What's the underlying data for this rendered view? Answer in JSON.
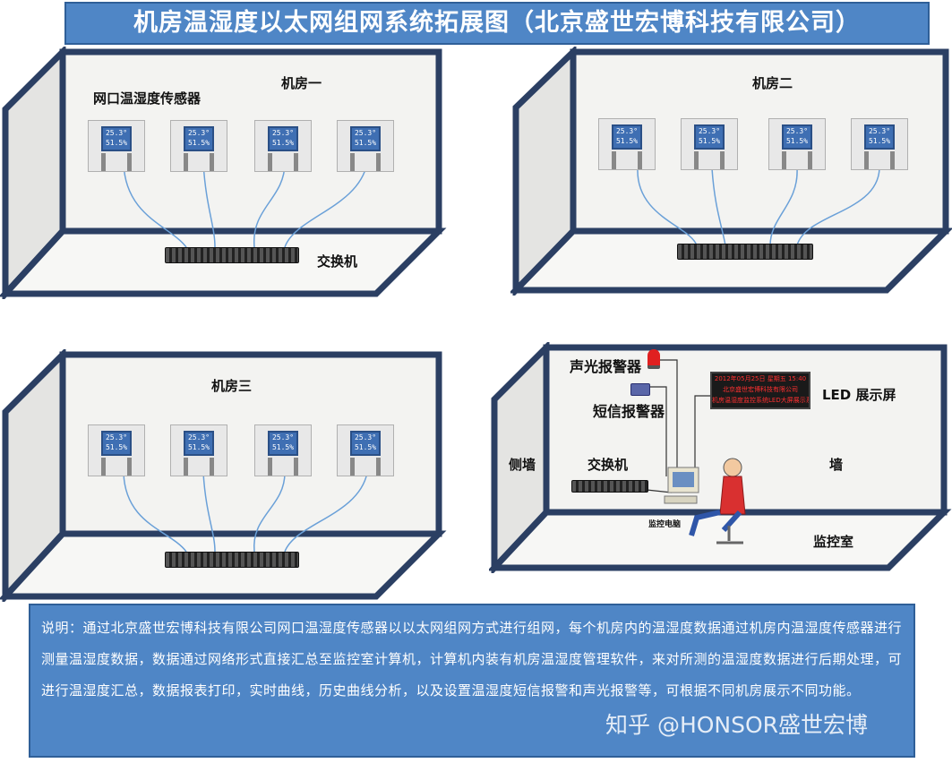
{
  "title": "机房温湿度以太网组网系统拓展图（北京盛世宏博科技有限公司）",
  "sensor_display": {
    "temp": "25.3°",
    "humid": "51.5%"
  },
  "room1": {
    "name": "机房一",
    "sensor_label": "网口温湿度传感器",
    "switch_label": "交换机"
  },
  "room2": {
    "name": "机房二"
  },
  "room3": {
    "name": "机房三"
  },
  "monitor_room": {
    "name": "监控室",
    "audio_alarm": "声光报警器",
    "sms_alarm": "短信报警器",
    "led_label": "LED 展示屏",
    "switch_label": "交换机",
    "side_wall": "侧墙",
    "wall": "墙",
    "computer_label": "监控电脑",
    "led_line1": "2012年05月25日  星期五  15:40",
    "led_line2": "北京盛世宏博科技有限公司",
    "led_line3": "机房温湿度监控系统LED大屏展示系统"
  },
  "description": "说明：通过北京盛世宏博科技有限公司网口温湿度传感器以以太网组网方式进行组网，每个机房内的温湿度数据通过机房内温湿度传感器进行测量温湿度数据，数据通过网络形式直接汇总至监控室计算机，计算机内装有机房温湿度管理软件，来对所测的温湿度数据进行后期处理，可进行温湿度汇总，数据报表打印，实时曲线，历史曲线分析，以及设置温湿度短信报警和声光报警等，可根据不同机房展示不同功能。",
  "watermark": "知乎 @HONSOR盛世宏博",
  "colors": {
    "frame": "#2b3f63",
    "banner": "#4f86c6",
    "wall": "#f2f2f2",
    "cable": "#6aa0d8"
  }
}
